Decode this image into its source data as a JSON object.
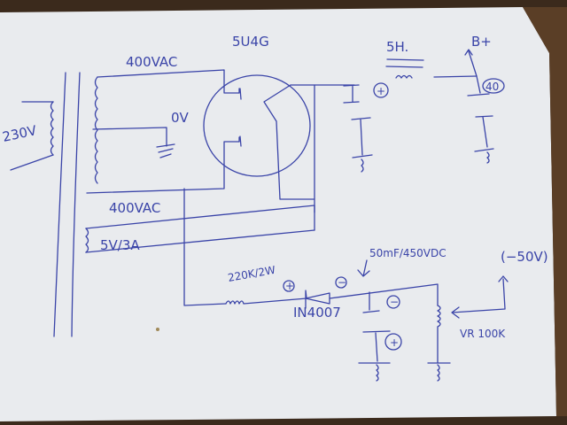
{
  "diagram": {
    "title": "5U4G rectifier power supply with negative bias supply",
    "labels": {
      "primary_voltage": "230V",
      "secondary_top": "400VAC",
      "secondary_bottom": "400VAC",
      "center_tap": "0V",
      "filament_winding": "5V/3A",
      "rectifier_tube": "5U4G",
      "choke": "5H.",
      "b_plus": "B+",
      "cap2_value": "40",
      "cap1_polarity": "+",
      "bias_resistor": "220K/2W",
      "diode": "IN4007",
      "diode_anode": "+",
      "diode_cathode": "−",
      "bias_cap": "50mF/450VDC",
      "bias_cap_neg": "−",
      "bias_cap_pos": "+",
      "potentiometer": "VR 100K",
      "bias_output": "(−50V)"
    },
    "ink_color": "#3a44a8",
    "paper_color": "#eceef1"
  }
}
